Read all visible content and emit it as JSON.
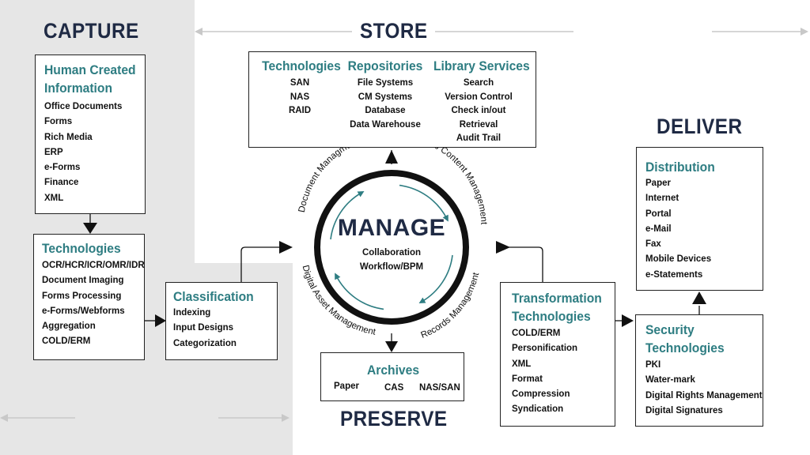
{
  "sections": {
    "capture": "CAPTURE",
    "store": "STORE",
    "deliver": "DELIVER",
    "preserve": "PRESERVE"
  },
  "human_created": {
    "title_line1": "Human Created",
    "title_line2": "Information",
    "items": [
      "Office Documents",
      "Forms",
      "Rich Media",
      "ERP",
      "e-Forms",
      "Finance",
      "XML"
    ]
  },
  "capture_tech": {
    "title": "Technologies",
    "items": [
      "OCR/HCR/ICR/OMR/IDR",
      "Document Imaging",
      "Forms Processing",
      "e-Forms/Webforms",
      "Aggregation",
      "COLD/ERM"
    ]
  },
  "classification": {
    "title": "Classification",
    "items": [
      "Indexing",
      "Input Designs",
      "Categorization"
    ]
  },
  "store": {
    "technologies": {
      "title": "Technologies",
      "items": [
        "SAN",
        "NAS",
        "RAID"
      ]
    },
    "repositories": {
      "title": "Repositories",
      "items": [
        "File Systems",
        "CM Systems",
        "Database",
        "Data Warehouse"
      ]
    },
    "library": {
      "title": "Library Services",
      "items": [
        "Search",
        "Version Control",
        "Check in/out",
        "Retrieval",
        "Audit Trail"
      ]
    }
  },
  "manage": {
    "title": "MANAGE",
    "sub1": "Collaboration",
    "sub2": "Workflow/BPM",
    "arc_document": "Document Managment",
    "arc_web": "Web Content Management",
    "arc_records": "Records Management",
    "arc_digital": "Digital Asset Management"
  },
  "archives": {
    "title": "Archives",
    "items": [
      "Paper",
      "CAS",
      "NAS/SAN"
    ]
  },
  "transformation": {
    "title_line1": "Transformation",
    "title_line2": "Technologies",
    "items": [
      "COLD/ERM",
      "Personification",
      "XML",
      "Format",
      "Compression",
      "Syndication"
    ]
  },
  "distribution": {
    "title": "Distribution",
    "items": [
      "Paper",
      "Internet",
      "Portal",
      "e-Mail",
      "Fax",
      "Mobile Devices",
      "e-Statements"
    ]
  },
  "security": {
    "title_line1": "Security",
    "title_line2": "Technologies",
    "items": [
      "PKI",
      "Water-mark",
      "Digital Rights Management",
      "Digital Signatures"
    ]
  },
  "colors": {
    "heading_teal": "#2e7d82",
    "title_navy": "#1f2a44",
    "gray_background": "#e6e6e6"
  }
}
